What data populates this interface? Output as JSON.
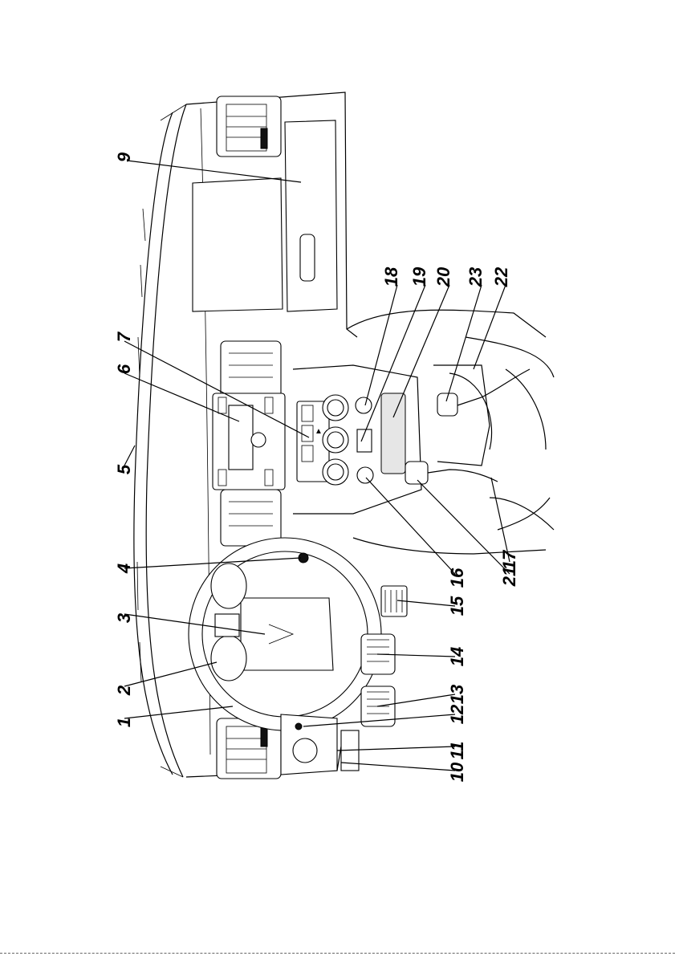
{
  "diagram": {
    "callouts": [
      {
        "id": "1",
        "label": "1"
      },
      {
        "id": "2",
        "label": "2"
      },
      {
        "id": "3",
        "label": "3"
      },
      {
        "id": "4",
        "label": "4"
      },
      {
        "id": "5",
        "label": "5"
      },
      {
        "id": "6",
        "label": "6"
      },
      {
        "id": "7",
        "label": "7"
      },
      {
        "id": "9",
        "label": "9"
      },
      {
        "id": "10",
        "label": "10"
      },
      {
        "id": "11",
        "label": "11"
      },
      {
        "id": "12",
        "label": "12"
      },
      {
        "id": "13",
        "label": "13"
      },
      {
        "id": "14",
        "label": "14"
      },
      {
        "id": "15",
        "label": "15"
      },
      {
        "id": "16",
        "label": "16"
      },
      {
        "id": "17",
        "label": "17"
      },
      {
        "id": "18",
        "label": "18"
      },
      {
        "id": "19",
        "label": "19"
      },
      {
        "id": "20",
        "label": "20"
      },
      {
        "id": "21",
        "label": "21"
      },
      {
        "id": "22",
        "label": "22"
      },
      {
        "id": "23",
        "label": "23"
      }
    ]
  }
}
